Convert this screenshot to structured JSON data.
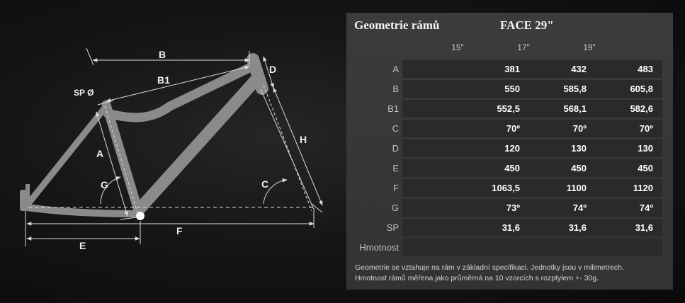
{
  "diagram": {
    "labels": {
      "A": "A",
      "B": "B",
      "B1": "B1",
      "C": "C",
      "D": "D",
      "E": "E",
      "F": "F",
      "G": "G",
      "H": "H",
      "SP": "SP Ø"
    },
    "frame_color": "#8a8a8a"
  },
  "table": {
    "title": "Geometrie rámů",
    "model": "FACE 29\"",
    "sizes": [
      "15\"",
      "17\"",
      "19\""
    ],
    "rows": [
      {
        "label": "A",
        "values": [
          "381",
          "432",
          "483"
        ]
      },
      {
        "label": "B",
        "values": [
          "550",
          "585,8",
          "605,8"
        ]
      },
      {
        "label": "B1",
        "values": [
          "552,5",
          "568,1",
          "582,6"
        ]
      },
      {
        "label": "C",
        "values": [
          "70º",
          "70º",
          "70º"
        ]
      },
      {
        "label": "D",
        "values": [
          "120",
          "130",
          "130"
        ]
      },
      {
        "label": "E",
        "values": [
          "450",
          "450",
          "450"
        ]
      },
      {
        "label": "F",
        "values": [
          "1063,5",
          "1100",
          "1120"
        ]
      },
      {
        "label": "G",
        "values": [
          "73º",
          "74º",
          "74º"
        ]
      },
      {
        "label": "SP",
        "values": [
          "31,6",
          "31,6",
          "31,6"
        ]
      },
      {
        "label": "Hmotnost",
        "values": [
          "",
          "",
          ""
        ]
      }
    ],
    "note_line1": "Geometrie se vztahuje na rám v základní specifikaci. Jednotky jsou v milimetrech.",
    "note_line2": "Hmotnost rámů měřena jako průměrná na 10 vzorcích s rozptylem +- 30g."
  }
}
